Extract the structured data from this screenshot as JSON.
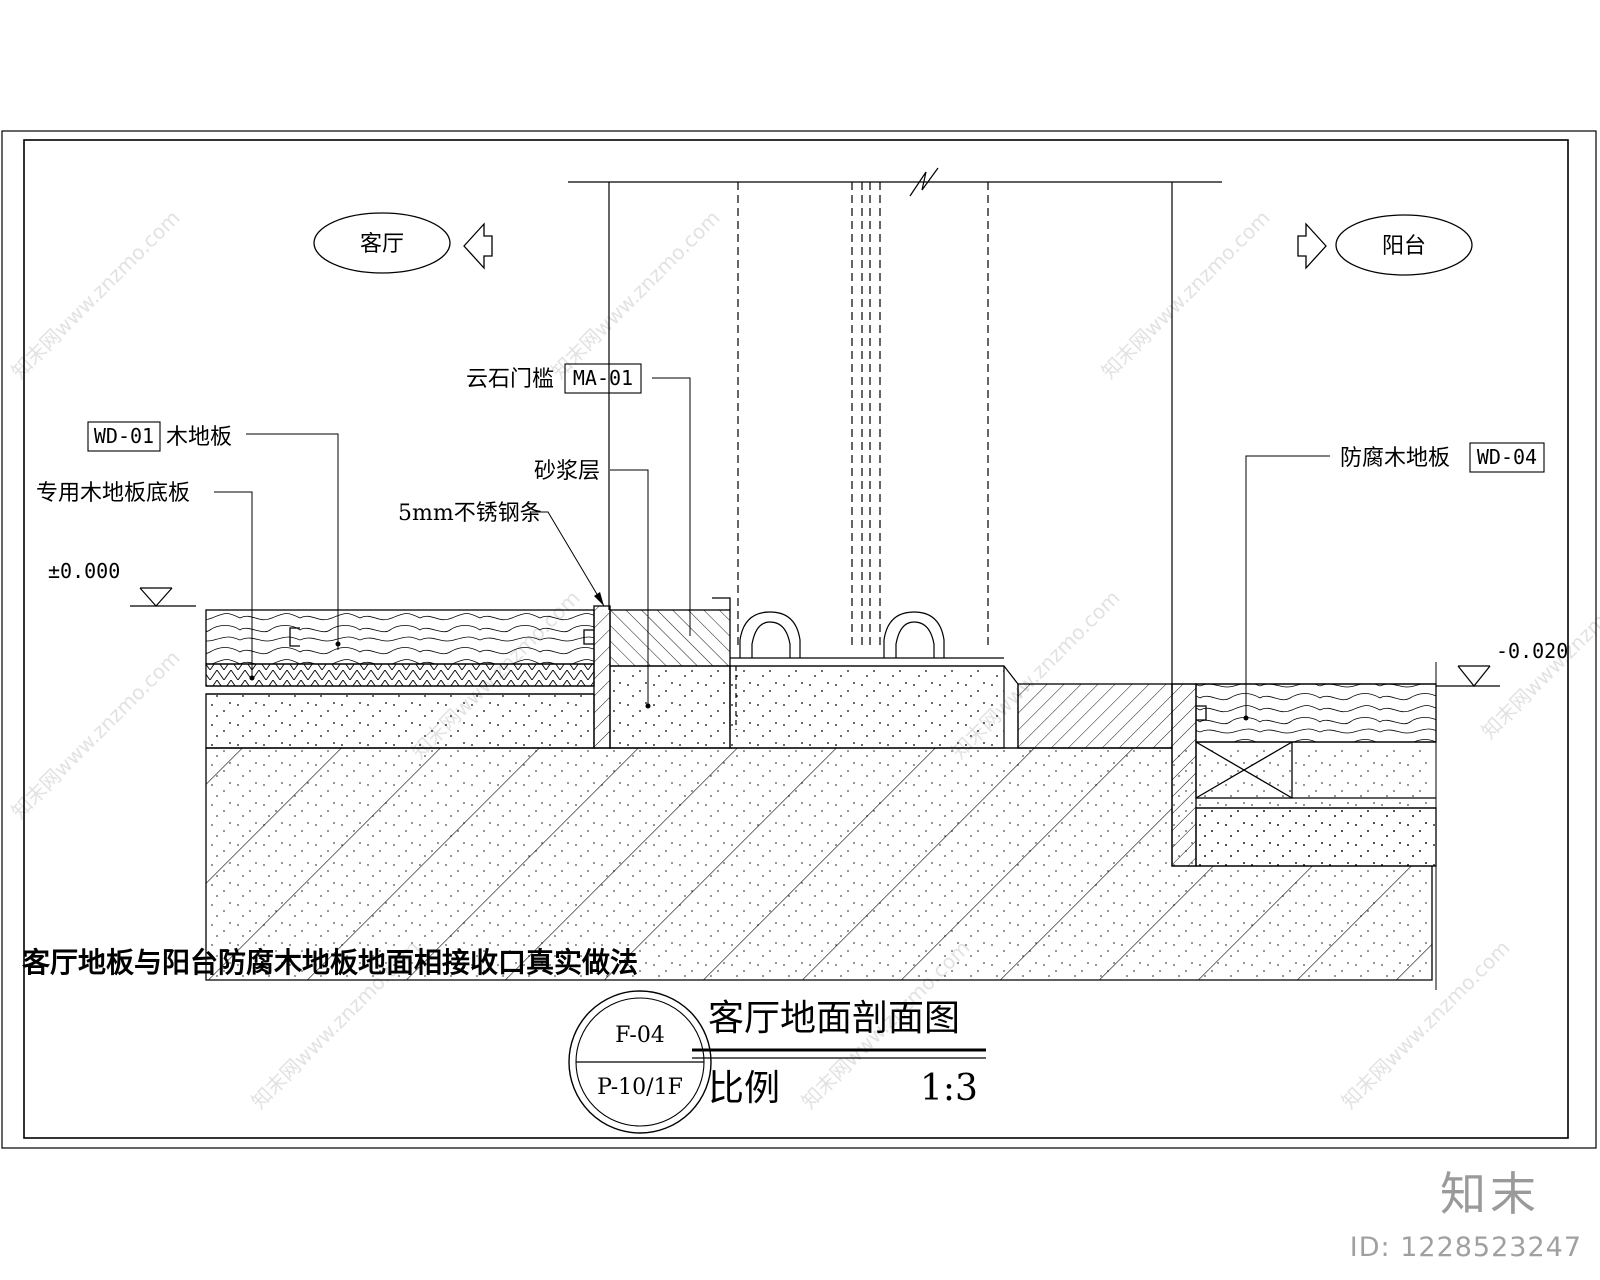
{
  "rooms": {
    "left": "客厅",
    "right": "阳台"
  },
  "callouts": {
    "threshold_label": "云石门槛",
    "threshold_code": "MA-01",
    "wood_floor_code": "WD-01",
    "wood_floor_label": "木地板",
    "subfloor_label": "专用木地板底板",
    "mortar_label": "砂浆层",
    "steel_strip_label": "5mm不锈钢条",
    "balcony_floor_label": "防腐木地板",
    "balcony_floor_code": "WD-04"
  },
  "levels": {
    "left": "±0.000",
    "right": "-0.020"
  },
  "caption": "客厅地板与阳台防腐木地板地面相接收口真实做法",
  "title_block": {
    "drawing_no": "F-04",
    "sheet_ref": "P-10/1F",
    "title": "客厅地面剖面图",
    "scale_label": "比例",
    "scale_value": "1:3"
  },
  "watermark": {
    "brand": "知末",
    "id": "ID: 1228523247",
    "text": "知末网www.znzmo.com"
  },
  "colors": {
    "line": "#000000",
    "watermark": "#e2e2e2",
    "brand": "#9a9a9a"
  }
}
